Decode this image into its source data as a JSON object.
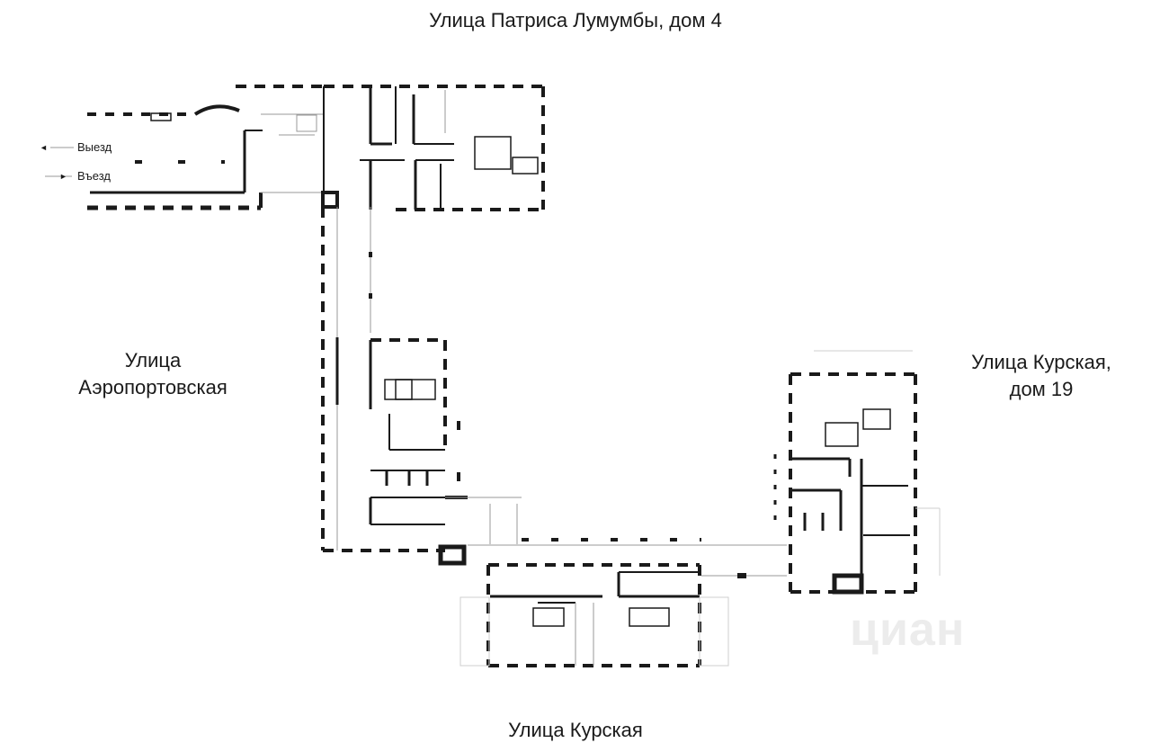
{
  "streets": {
    "top": "Улица Патриса Лумумбы, дом 4",
    "left_line1": "Улица",
    "left_line2": "Аэропортовская",
    "right_line1": "Улица Курская,",
    "right_line2": "дом 19",
    "bottom": "Улица Курская"
  },
  "legend": {
    "exit": "Выезд",
    "entry": "Въезд",
    "exit_arrow": "◄",
    "entry_arrow": "►"
  },
  "watermark": {
    "logo": "циан"
  },
  "colors": {
    "wall": "#1a1a1a",
    "thin_line": "#9a9a9a",
    "background": "#ffffff",
    "watermark": "#ececec"
  }
}
